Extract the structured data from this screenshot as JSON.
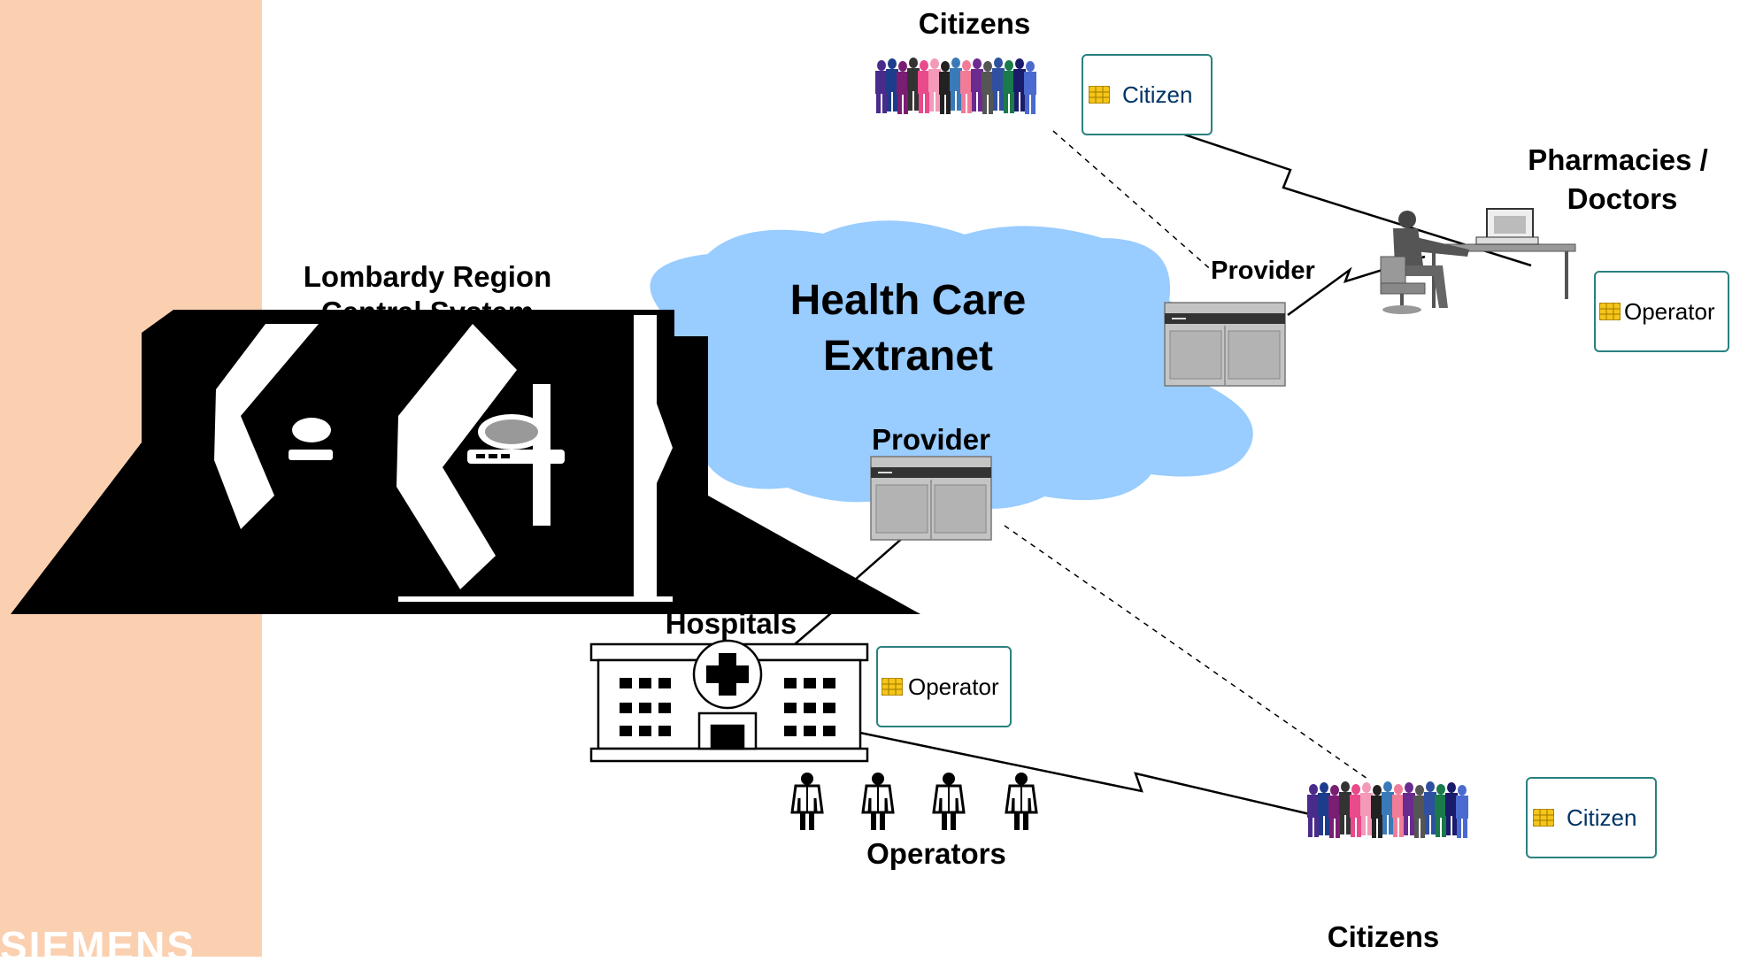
{
  "brand": {
    "name": "SIEMENS"
  },
  "colors": {
    "sidebar": "#fbd0b0",
    "cloud": "#99ccff",
    "card_border": "#2a8080",
    "citizen_text": "#003366",
    "chip": "#f5c518"
  },
  "labels": {
    "citizens_top": "Citizens",
    "citizens_bottom": "Citizens",
    "pharmacies_line1": "Pharmacies /",
    "pharmacies_line2": "Doctors",
    "lombardy_line1": "Lombardy Region",
    "lombardy_line2": "Central System",
    "cloud_line1": "Health Care",
    "cloud_line2": "Extranet",
    "provider_right": "Provider",
    "provider_center": "Provider",
    "hospitals": "Hospitals",
    "operators": "Operators"
  },
  "cards": {
    "citizen_top": "Citizen",
    "operator_right": "Operator",
    "operator_hospital": "Operator",
    "citizen_bottom": "Citizen"
  },
  "icons": [
    "people-group-icon",
    "smart-card-icon",
    "server-icon",
    "workstation-user-icon",
    "hospital-icon",
    "medical-staff-icon",
    "central-system-icon",
    "cloud-icon"
  ]
}
